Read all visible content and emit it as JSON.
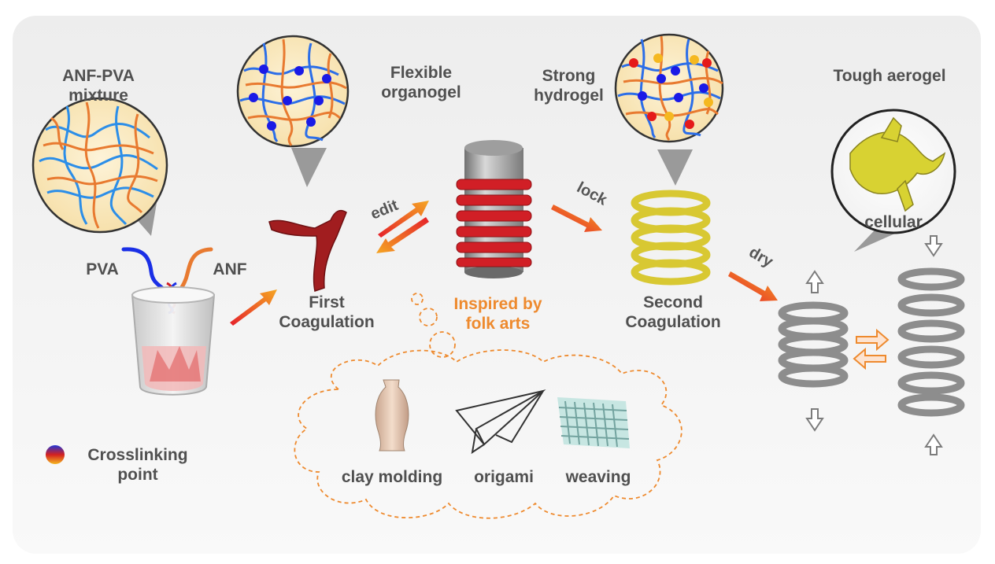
{
  "stages": {
    "mixture": [
      "ANF-PVA",
      "mixture"
    ],
    "organogel": [
      "Flexible",
      "organogel"
    ],
    "hydrogel": [
      "Strong",
      "hydrogel"
    ],
    "aerogel": "Tough aerogel",
    "cellular": "cellular"
  },
  "polymers": {
    "pva": "PVA",
    "anf": "ANF"
  },
  "steps": {
    "first": [
      "First",
      "Coagulation"
    ],
    "second": [
      "Second",
      "Coagulation"
    ]
  },
  "arrows": {
    "edit": "edit",
    "lock": "lock",
    "dry": "dry"
  },
  "inspiration": {
    "title": [
      "Inspired by",
      "folk arts"
    ],
    "items": [
      "clay molding",
      "origami",
      "weaving"
    ]
  },
  "legend": {
    "label": [
      "Crosslinking",
      "point"
    ]
  },
  "colors": {
    "pva_blue": "#1a3fe0",
    "anf_orange": "#e87a30",
    "coil_red": "#d11f26",
    "coil_yellow": "#e0d23c",
    "aerogel_gray": "#8d8d8d",
    "accent_orange": "#ee8a2e",
    "crosslink_red": "#e51a1a",
    "crosslink_yellow": "#f5b820"
  }
}
